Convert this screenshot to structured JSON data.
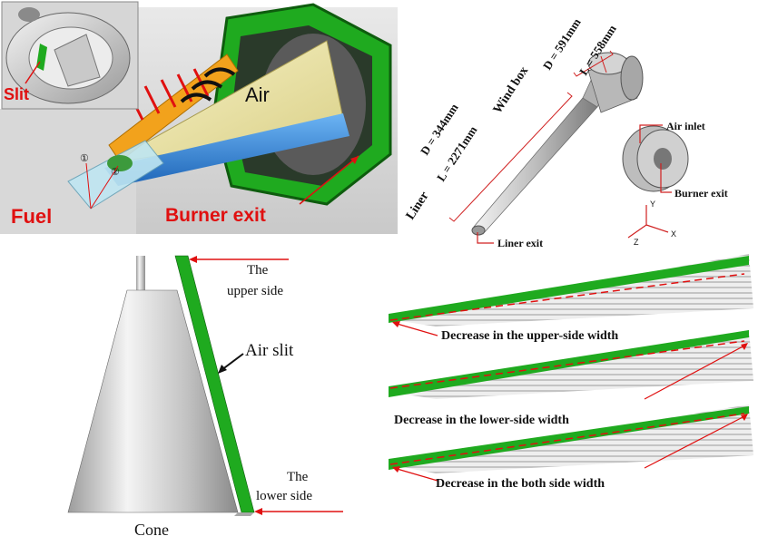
{
  "burner_cutaway": {
    "inset_label": "Slit",
    "air_label": "Air",
    "fuel_label": "Fuel",
    "exit_label": "Burner exit",
    "circle_mark_1": "②",
    "circle_mark_2": "①"
  },
  "isometric": {
    "windbox_label": "Wind box",
    "windbox_d": "D = 591mm",
    "windbox_l": "L = 558mm",
    "liner_label": "Liner",
    "liner_d": "D = 344mm",
    "liner_l": "L = 2271mm",
    "air_inlet": "Air inlet",
    "burner_exit": "Burner exit",
    "liner_exit": "Liner exit",
    "axis_x": "X",
    "axis_y": "Y",
    "axis_z": "Z"
  },
  "cone_view": {
    "upper_side_line1": "The",
    "upper_side_line2": "upper side",
    "air_slit": "Air slit",
    "lower_side_line1": "The",
    "lower_side_line2": "lower side",
    "cone": "Cone"
  },
  "slit_variants": [
    {
      "label": "Decrease in the upper-side width"
    },
    {
      "label": "Decrease in the lower-side width"
    },
    {
      "label": "Decrease in the both side width"
    }
  ],
  "colors": {
    "green": "#1faa1f",
    "dark_green": "#1d6b1d",
    "red": "#e01010",
    "cone_yellow": "#f2eab0",
    "liner_blue": "#3c8fe0",
    "orange": "#f2a21c",
    "gray": "#b8b8b8"
  }
}
